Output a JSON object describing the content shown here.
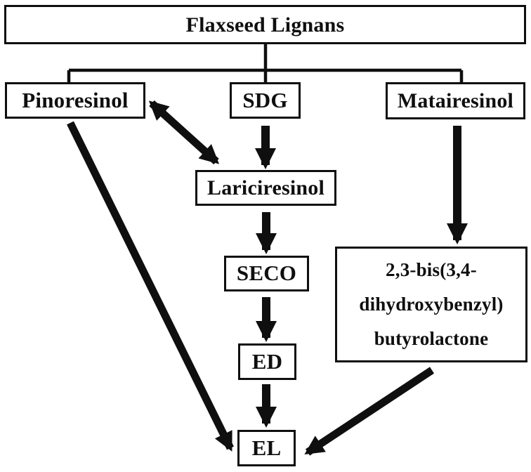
{
  "nodes": {
    "flaxseed": {
      "label": "Flaxseed Lignans"
    },
    "pinoresinol": {
      "label": "Pinoresinol"
    },
    "sdg": {
      "label": "SDG"
    },
    "matairesinol": {
      "label": "Matairesinol"
    },
    "lariciresinol": {
      "label": "Lariciresinol"
    },
    "seco": {
      "label": "SECO"
    },
    "butyrolactone": {
      "label": "2,3-bis(3,4-dihydroxybenzyl) butyrolactone",
      "lines": [
        "2,3-bis(3,4-",
        "dihydroxybenzyl)",
        "butyrolactone"
      ]
    },
    "ed": {
      "label": "ED"
    },
    "el": {
      "label": "EL"
    }
  },
  "edges": [
    {
      "from": "Flaxseed Lignans",
      "to": "Pinoresinol",
      "type": "branch-line"
    },
    {
      "from": "Flaxseed Lignans",
      "to": "SDG",
      "type": "branch-line"
    },
    {
      "from": "Flaxseed Lignans",
      "to": "Matairesinol",
      "type": "branch-line"
    },
    {
      "from": "SDG",
      "to": "Lariciresinol",
      "type": "arrow"
    },
    {
      "from": "Pinoresinol",
      "to": "Lariciresinol",
      "type": "arrow",
      "bidirectional": true
    },
    {
      "from": "Pinoresinol",
      "to": "EL",
      "type": "arrow"
    },
    {
      "from": "Lariciresinol",
      "to": "SECO",
      "type": "arrow"
    },
    {
      "from": "SECO",
      "to": "ED",
      "type": "arrow"
    },
    {
      "from": "ED",
      "to": "EL",
      "type": "arrow"
    },
    {
      "from": "Matairesinol",
      "to": "2,3-bis(3,4-dihydroxybenzyl) butyrolactone",
      "type": "arrow"
    },
    {
      "from": "2,3-bis(3,4-dihydroxybenzyl) butyrolactone",
      "to": "EL",
      "type": "arrow"
    }
  ],
  "colors": {
    "ink": "#0f0f0f",
    "background": "#ffffff"
  }
}
